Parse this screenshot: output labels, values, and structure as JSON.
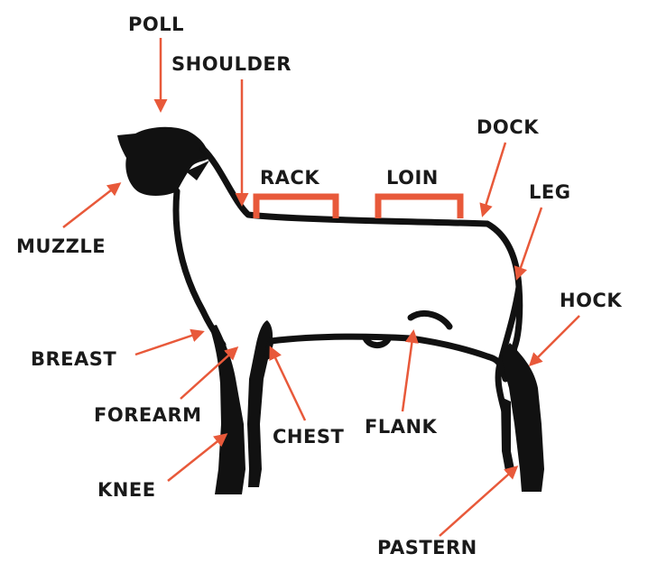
{
  "colors": {
    "accent": "#e8593a",
    "silhouette": "#111111",
    "text": "#1a1a1a",
    "background": "#ffffff"
  },
  "labels": {
    "poll": "POLL",
    "shoulder": "SHOULDER",
    "rack": "RACK",
    "loin": "LOIN",
    "dock": "DOCK",
    "leg": "LEG",
    "muzzle": "MUZZLE",
    "hock": "HOCK",
    "breast": "BREAST",
    "forearm": "FOREARM",
    "chest": "CHEST",
    "flank": "FLANK",
    "knee": "KNEE",
    "pastern": "PASTERN"
  }
}
